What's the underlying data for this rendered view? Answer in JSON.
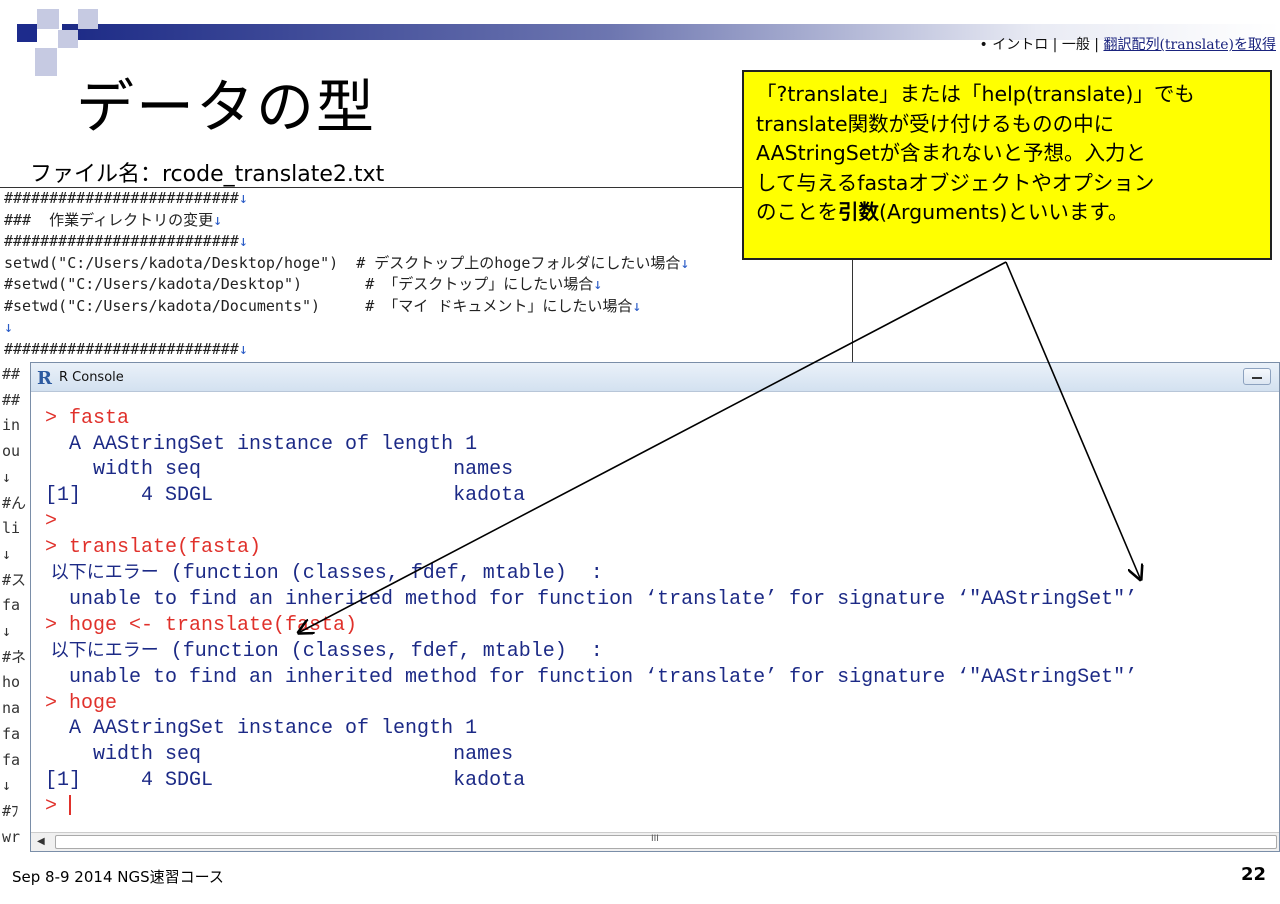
{
  "header": {
    "breadcrumb": {
      "bullet": "•",
      "part1": "イントロ",
      "sep1": "|",
      "part2": "一般",
      "sep2": "|",
      "link": "翻訳配列(translate)を取得"
    },
    "title": "データの型",
    "filename": "ファイル名：rcode_translate2.txt"
  },
  "editor": {
    "lines": [
      "##########################",
      "###  作業ディレクトリの変更",
      "##########################",
      "setwd(\"C:/Users/kadota/Desktop/hoge\")  # デスクトップ上のhogeフォルダにしたい場合",
      "#setwd(\"C:/Users/kadota/Desktop\")       # 「デスクトップ」にしたい場合",
      "#setwd(\"C:/Users/kadota/Documents\")     # 「マイ ドキュメント」にしたい場合",
      "",
      "##########################"
    ],
    "return_mark": "↓"
  },
  "gutter": [
    "##",
    "##",
    "in",
    "ou",
    "↓",
    "#ん",
    "li",
    "↓",
    "#ス",
    "fa",
    "↓",
    "#ネ",
    "ho",
    "na",
    "fa",
    "fa",
    "↓",
    "#ﾌ",
    "wr",
    "↓"
  ],
  "callout": {
    "line1": "「?translate」または「help(translate)」でも",
    "line2": "translate関数が受け付けるものの中に",
    "line3": "AAStringSetが含まれないと予想。入力と",
    "line4": "して与えるfastaオブジェクトやオプション",
    "line5_pre": "のことを",
    "line5_bold": "引数",
    "line5_post": "(Arguments)といいます。"
  },
  "console": {
    "title": "R Console",
    "lines": [
      {
        "type": "in",
        "text": "> fasta"
      },
      {
        "type": "out",
        "text": "  A AAStringSet instance of length 1"
      },
      {
        "type": "out",
        "text": "    width seq                     names"
      },
      {
        "type": "out",
        "text": "[1]     4 SDGL                    kadota"
      },
      {
        "type": "in",
        "text": "> "
      },
      {
        "type": "in",
        "text": "> translate(fasta)"
      },
      {
        "type": "err",
        "jp": " 以下にエラー",
        "text": " (function (classes, fdef, mtable)  :"
      },
      {
        "type": "out",
        "text": "  unable to find an inherited method for function ‘translate’ for signature ‘\"AAStringSet\"’"
      },
      {
        "type": "in",
        "text": "> hoge <- translate(fasta)"
      },
      {
        "type": "err",
        "jp": " 以下にエラー",
        "text": " (function (classes, fdef, mtable)  :"
      },
      {
        "type": "out",
        "text": "  unable to find an inherited method for function ‘translate’ for signature ‘\"AAStringSet\"’"
      },
      {
        "type": "in",
        "text": "> hoge"
      },
      {
        "type": "out",
        "text": "  A AAStringSet instance of length 1"
      },
      {
        "type": "out",
        "text": "    width seq                     names"
      },
      {
        "type": "out",
        "text": "[1]     4 SDGL                    kadota"
      },
      {
        "type": "prompt",
        "text": "> "
      }
    ],
    "scroll_grip": "III"
  },
  "footer": {
    "left": "Sep 8-9 2014 NGS速習コース",
    "page": "22"
  },
  "colors": {
    "callout_bg": "#ffff00",
    "input_text": "#e0312b",
    "output_text": "#1c2a86",
    "header_bar": "#1c2a86"
  }
}
